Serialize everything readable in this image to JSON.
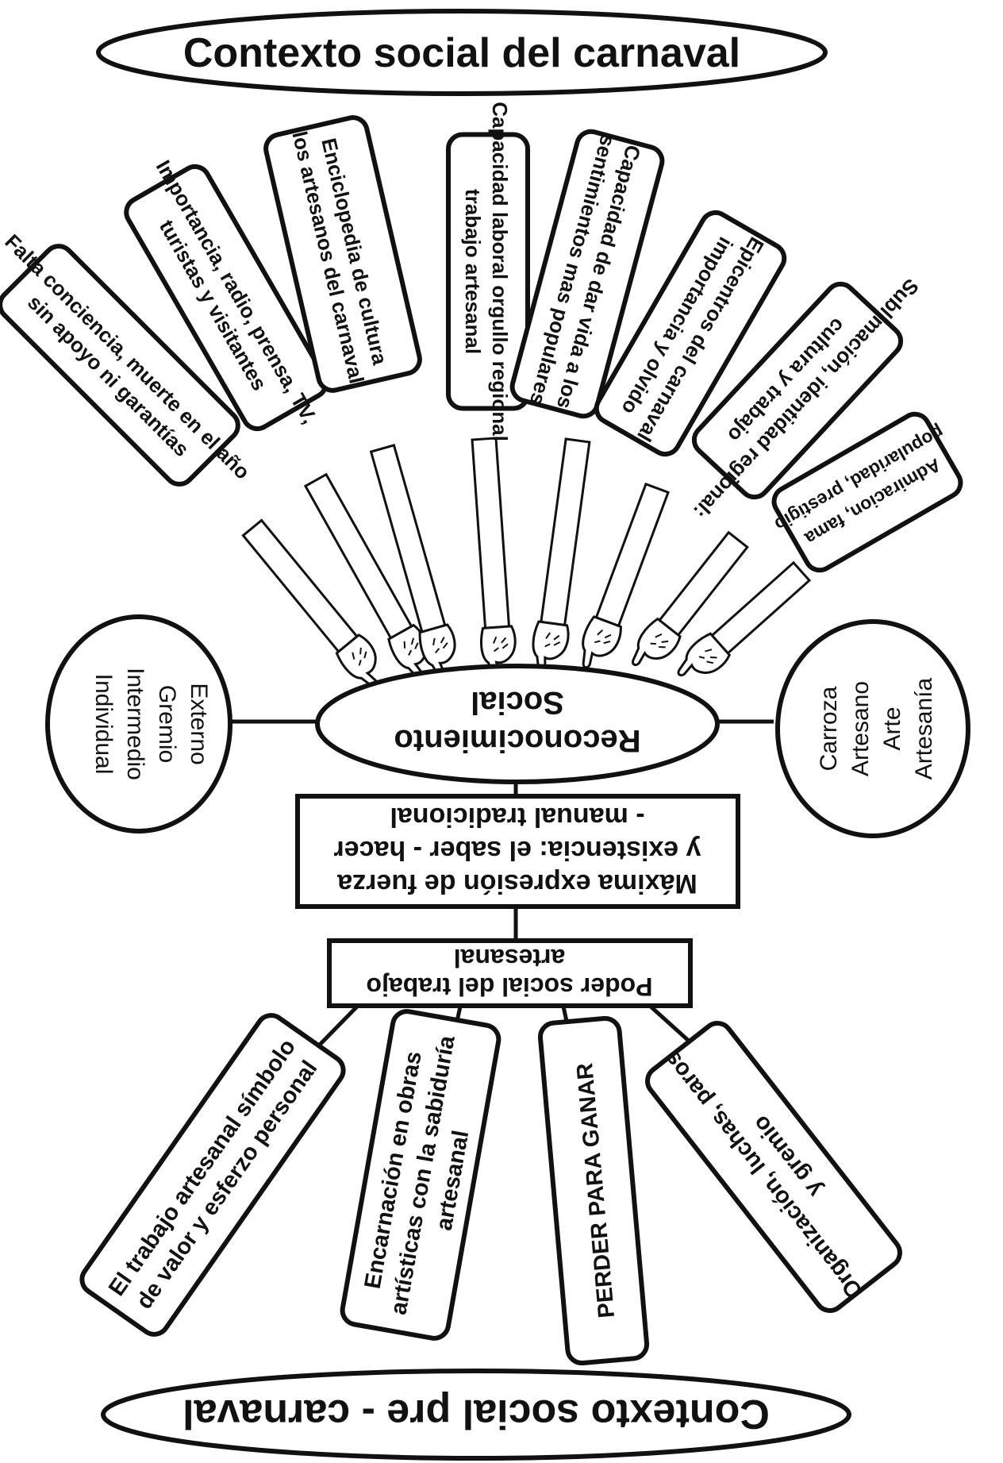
{
  "title_top": "Contexto social del carnaval",
  "title_bottom": "Contexto social pre - carnaval",
  "center": {
    "line1": "Reconocimiento",
    "line2": "Social"
  },
  "left_circle": [
    "Individual",
    "Intermedio",
    "Gremio",
    "Externo"
  ],
  "right_circle": [
    "Carroza",
    "Artesano",
    "Arte",
    "Artesanía"
  ],
  "maxima": [
    "Máxima expresión de fuerza",
    "y existencia: el saber - hacer",
    "- manual  tradicional"
  ],
  "poder": [
    "Poder social del trabajo",
    "artesanal"
  ],
  "top_boxes": [
    {
      "lines": [
        "Falta conciencia, muerte en el año",
        "sin apoyo ni garantías"
      ]
    },
    {
      "lines": [
        "Importancia, radio, prensa, TV,",
        "turistas y visitantes"
      ]
    },
    {
      "lines": [
        "Enciclopedia de cultura",
        "los artesanos del carnaval"
      ]
    },
    {
      "lines": [
        "Capacidad laboral orgullo regional",
        "trabajo artesanal"
      ]
    },
    {
      "lines": [
        "Capacidad  de dar vida a los",
        "sentimientos mas populares"
      ]
    },
    {
      "lines": [
        "Epicentros del carnaval",
        "importancia y olvido"
      ]
    },
    {
      "lines": [
        "Sublimación, identidad  regional:",
        "cultura y trabajo"
      ]
    },
    {
      "lines": [
        "Admiracion, fama",
        "popularidad, prestigio"
      ]
    }
  ],
  "bottom_boxes": [
    {
      "lines": [
        "El trabajo artesanal símbolo",
        "de valor y esferzo personal"
      ]
    },
    {
      "lines": [
        "Encarnación en obras",
        "artísticas con la sabiduría",
        "artesanal"
      ]
    },
    {
      "lines": [
        "PERDER PARA GANAR"
      ]
    },
    {
      "lines": [
        "Organización, luchas, paros",
        "y gremio"
      ]
    }
  ],
  "icons": {
    "hand": "pointing-hand-icon"
  }
}
